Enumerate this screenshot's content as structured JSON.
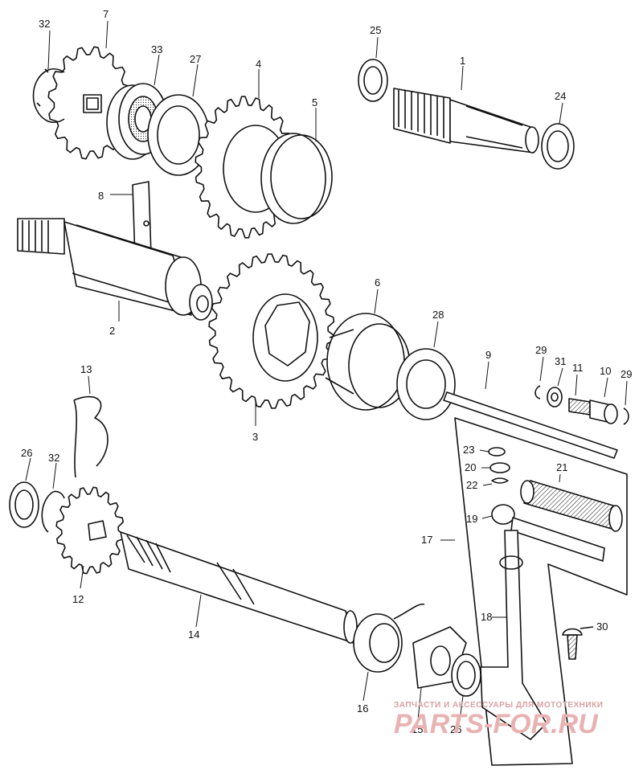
{
  "colors": {
    "ink": "#111111",
    "paper": "#ffffff",
    "watermark": "#e3a3a3"
  },
  "callouts": [
    {
      "id": "p32a",
      "label": "32"
    },
    {
      "id": "p7",
      "label": "7"
    },
    {
      "id": "p33",
      "label": "33"
    },
    {
      "id": "p27",
      "label": "27"
    },
    {
      "id": "p4",
      "label": "4"
    },
    {
      "id": "p5",
      "label": "5"
    },
    {
      "id": "p25",
      "label": "25"
    },
    {
      "id": "p1",
      "label": "1"
    },
    {
      "id": "p24",
      "label": "24"
    },
    {
      "id": "p8",
      "label": "8"
    },
    {
      "id": "p2",
      "label": "2"
    },
    {
      "id": "p3",
      "label": "3"
    },
    {
      "id": "p6",
      "label": "6"
    },
    {
      "id": "p28",
      "label": "28"
    },
    {
      "id": "p9",
      "label": "9"
    },
    {
      "id": "p29a",
      "label": "29"
    },
    {
      "id": "p31",
      "label": "31"
    },
    {
      "id": "p11",
      "label": "11"
    },
    {
      "id": "p10",
      "label": "10"
    },
    {
      "id": "p29b",
      "label": "29"
    },
    {
      "id": "p13",
      "label": "13"
    },
    {
      "id": "p26a",
      "label": "26"
    },
    {
      "id": "p32b",
      "label": "32"
    },
    {
      "id": "p12",
      "label": "12"
    },
    {
      "id": "p23",
      "label": "23"
    },
    {
      "id": "p20",
      "label": "20"
    },
    {
      "id": "p21",
      "label": "21"
    },
    {
      "id": "p22",
      "label": "22"
    },
    {
      "id": "p19",
      "label": "19"
    },
    {
      "id": "p17",
      "label": "17"
    },
    {
      "id": "p14",
      "label": "14"
    },
    {
      "id": "p18",
      "label": "18"
    },
    {
      "id": "p30",
      "label": "30"
    },
    {
      "id": "p16",
      "label": "16"
    },
    {
      "id": "p15",
      "label": "15"
    },
    {
      "id": "p26b",
      "label": "26"
    }
  ],
  "watermark": {
    "tagline": "ЗАПЧАСТИ И АКСЕССУАРЫ ДЛЯ МОТОТЕХНИКИ",
    "brand": "PARTS-FOR.RU"
  }
}
